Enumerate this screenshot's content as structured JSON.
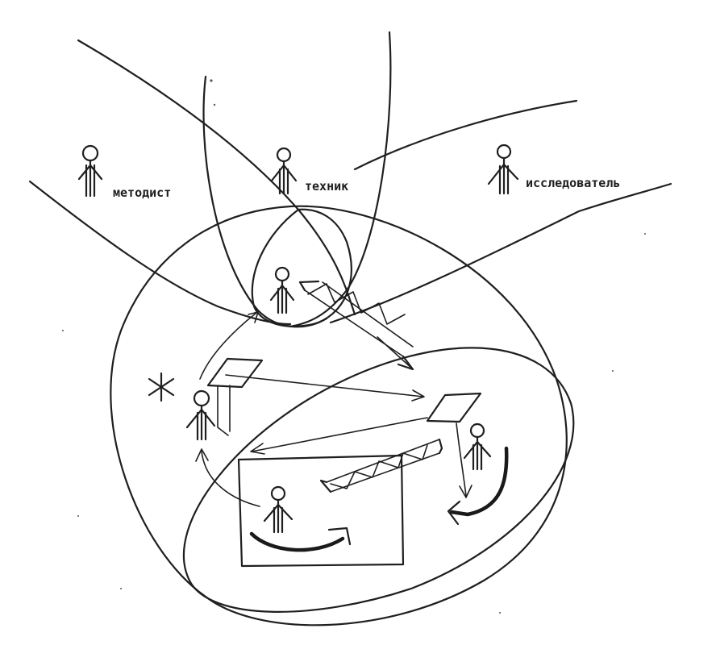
{
  "roles": {
    "methodist": "методист",
    "technician": "техник",
    "researcher": "исследователь"
  },
  "colors": {
    "ink": "#1f1f1f",
    "paper": "#ffffff"
  }
}
